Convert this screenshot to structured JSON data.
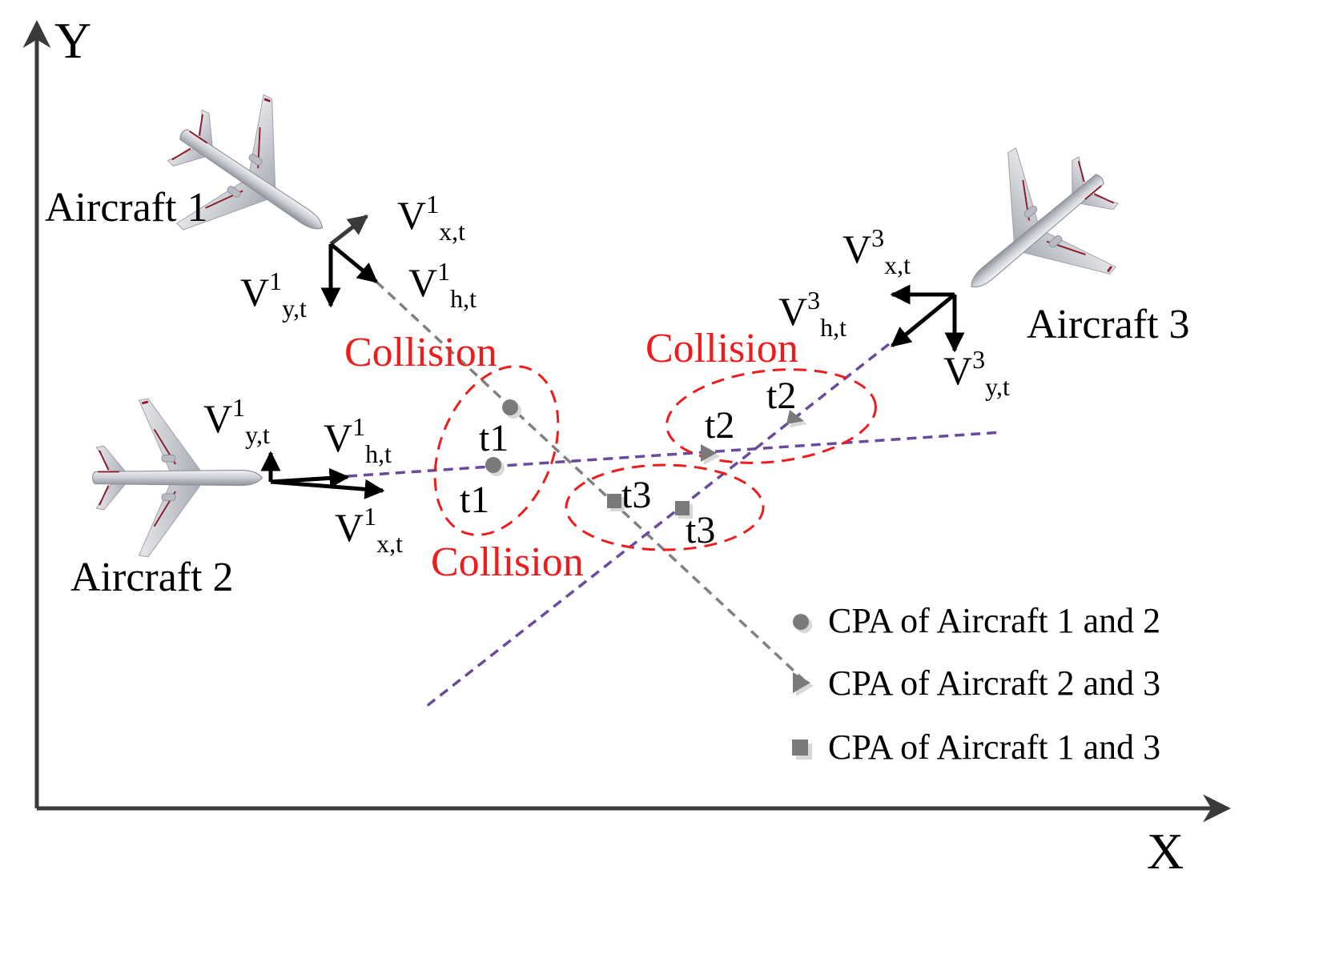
{
  "axes": {
    "x_label": "X",
    "y_label": "Y"
  },
  "aircraft": [
    {
      "label": "Aircraft 1"
    },
    {
      "label": "Aircraft 2"
    },
    {
      "label": "Aircraft 3"
    }
  ],
  "vectors": {
    "a1": {
      "x": {
        "base": "V",
        "sup": "1",
        "sub": "x,t"
      },
      "y": {
        "base": "V",
        "sup": "1",
        "sub": "y,t"
      },
      "h": {
        "base": "V",
        "sup": "1",
        "sub": "h,t"
      }
    },
    "a2": {
      "x": {
        "base": "V",
        "sup": "1",
        "sub": "x,t"
      },
      "y": {
        "base": "V",
        "sup": "1",
        "sub": "y,t"
      },
      "h": {
        "base": "V",
        "sup": "1",
        "sub": "h,t"
      }
    },
    "a3": {
      "x": {
        "base": "V",
        "sup": "3",
        "sub": "x,t"
      },
      "y": {
        "base": "V",
        "sup": "3",
        "sub": "y,t"
      },
      "h": {
        "base": "V",
        "sup": "3",
        "sub": "h,t"
      }
    }
  },
  "collisions": [
    "Collision",
    "Collision",
    "Collision"
  ],
  "times": {
    "t1a": "t1",
    "t1b": "t1",
    "t2a": "t2",
    "t2b": "t2",
    "t3a": "t3",
    "t3b": "t3"
  },
  "legend": [
    {
      "marker": "circle",
      "label": "CPA of Aircraft 1 and 2"
    },
    {
      "marker": "triangle",
      "label": "CPA of Aircraft 2 and 3"
    },
    {
      "marker": "square",
      "label": "CPA of Aircraft 1 and 3"
    }
  ],
  "colors": {
    "collision": "#ee1c1c",
    "track_gray": "#808080",
    "track_purple": "#6a4a9c",
    "marker": "#7a7a7a"
  }
}
